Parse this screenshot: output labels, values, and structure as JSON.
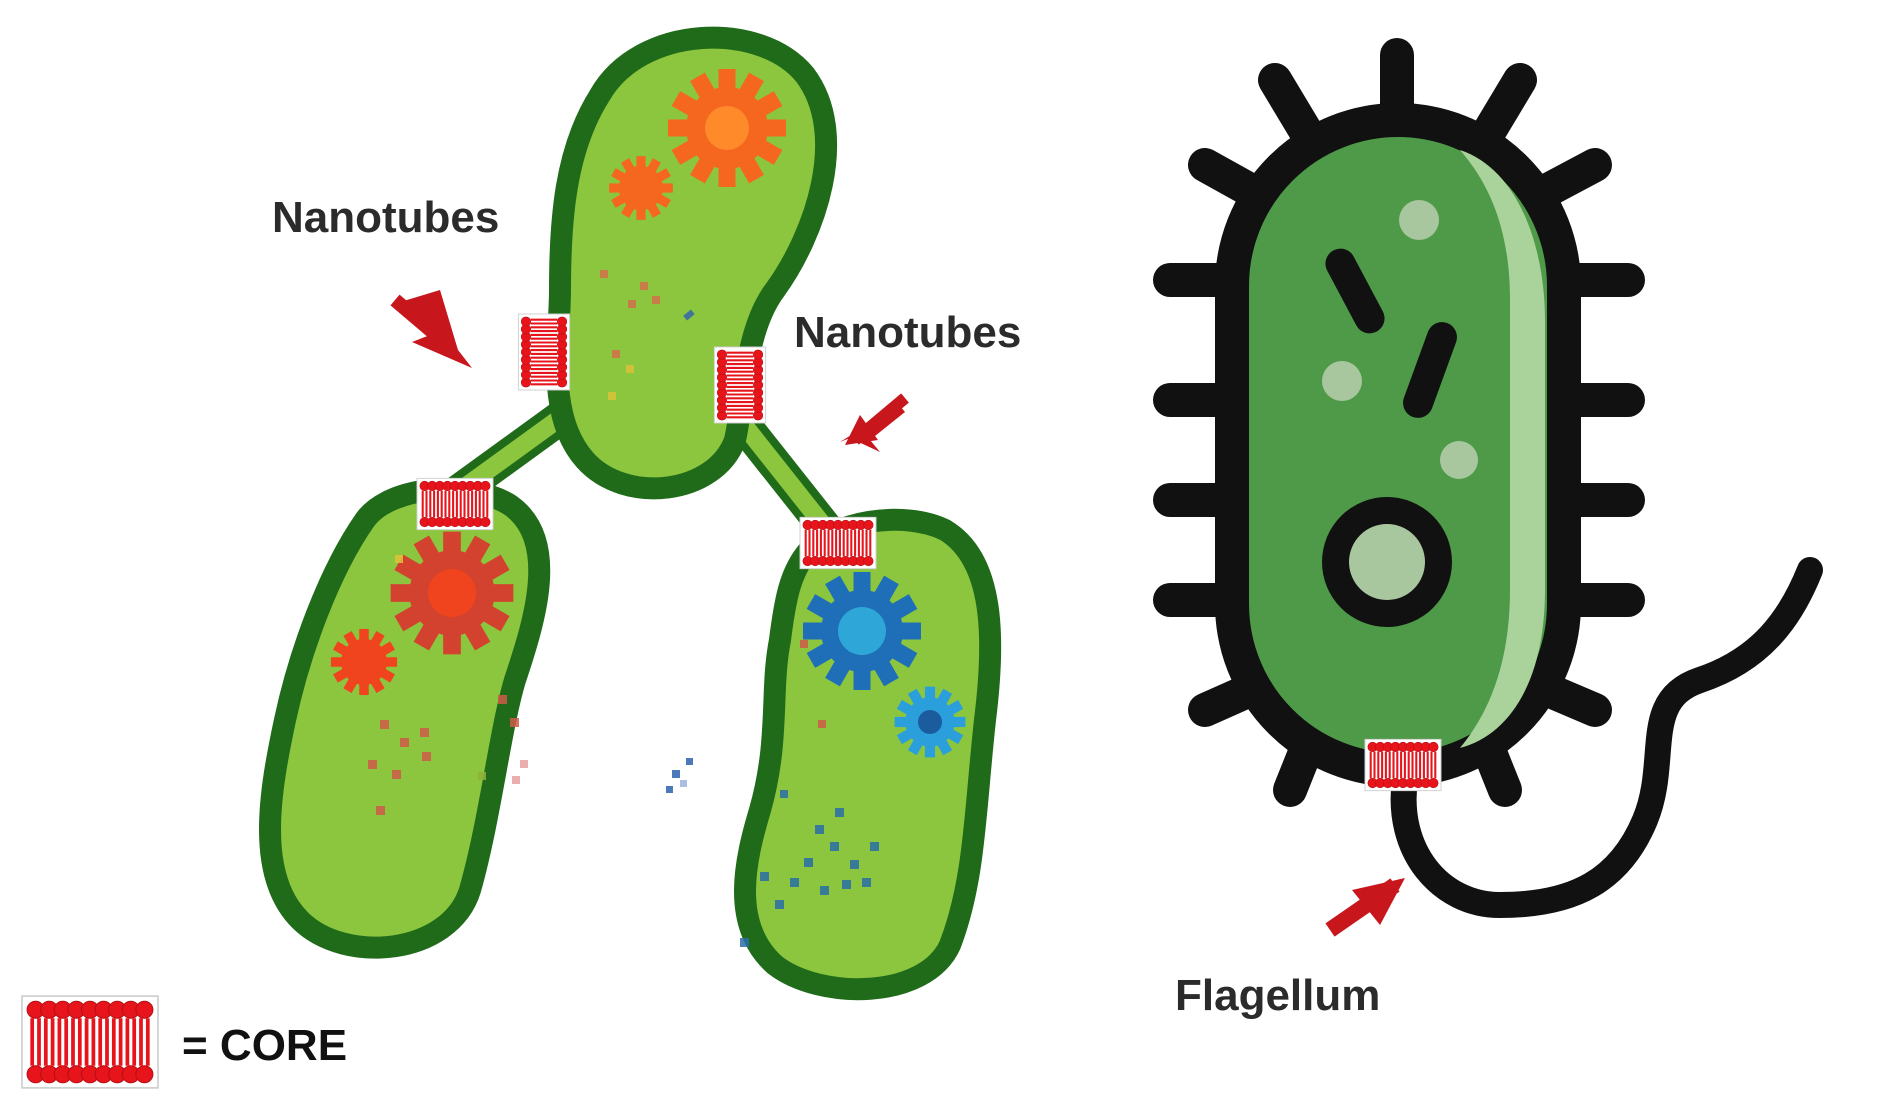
{
  "labels": {
    "nanotubes_left": "Nanotubes",
    "nanotubes_right": "Nanotubes",
    "flagellum": "Flagellum",
    "legend": "= CORE"
  },
  "colors": {
    "cell_fill": "#8cc63f",
    "cell_outline": "#1f6b1a",
    "bacterium_fill": "#4e9a48",
    "bacterium_highlight": "#a9d39b",
    "arrow": "#c8161d",
    "core": "#e8141b",
    "text": "#2b2b2b",
    "outline_black": "#111111"
  },
  "icons": {
    "arrow": "arrow-icon",
    "core": "membrane-core-icon",
    "virus": "virus-icon",
    "bacterium": "bacterium-icon"
  }
}
